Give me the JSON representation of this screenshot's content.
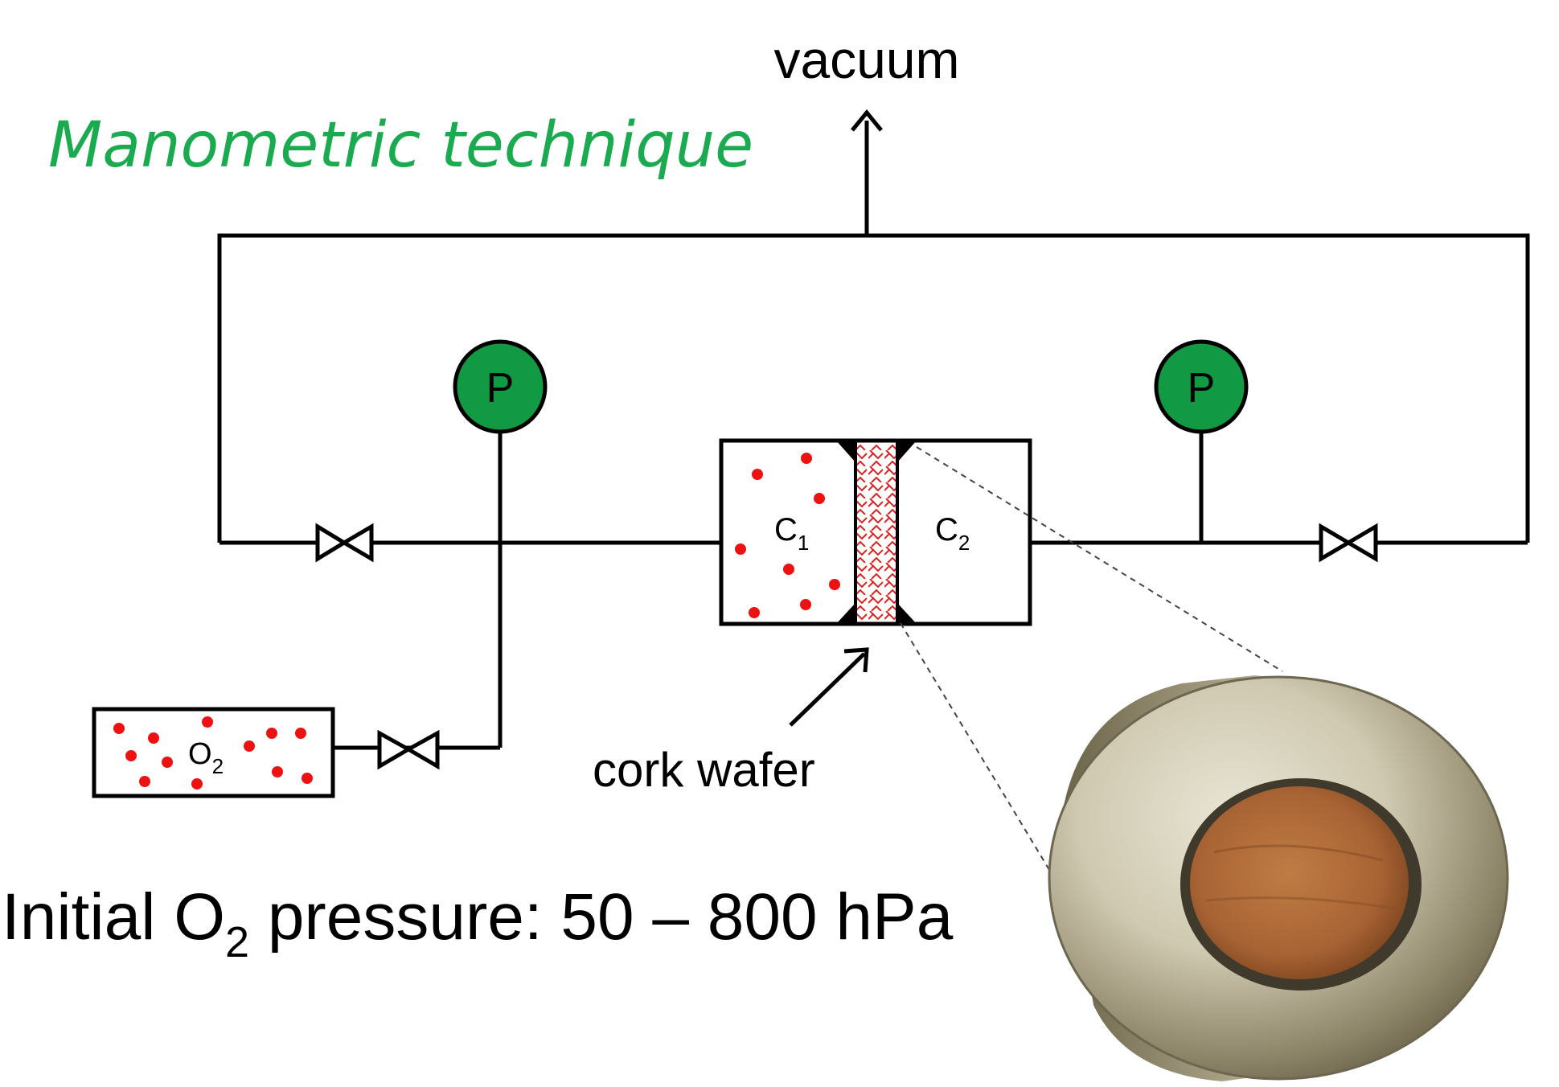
{
  "title": "Manometric technique",
  "vacuum_label": "vacuum",
  "gauge_left_label": "P",
  "gauge_right_label": "P",
  "chamber1": {
    "base": "C",
    "sub": "1"
  },
  "chamber2": {
    "base": "C",
    "sub": "2"
  },
  "reservoir": {
    "base": "O",
    "sub": "2"
  },
  "cork_label": "cork wafer",
  "pressure_line": {
    "prefix": "Initial O",
    "sub": "2",
    "suffix": " pressure: 50 – 800 hPa"
  },
  "colors": {
    "title": "#1aaa50",
    "gauge": "#119944",
    "molecule": "#ee1111",
    "wafer": "#dd2222"
  }
}
